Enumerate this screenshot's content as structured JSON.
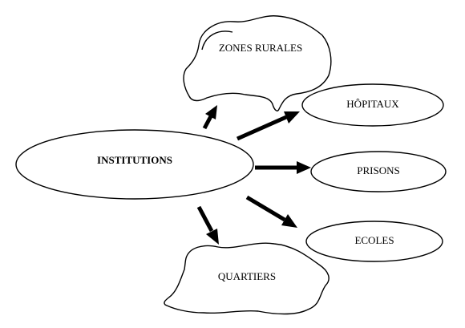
{
  "diagram": {
    "center": {
      "label": "INSTITUTIONS"
    },
    "nodes": {
      "zones_rurales": {
        "label": "ZONES RURALES",
        "shape": "cloud"
      },
      "hopitaux": {
        "label": "HÔPITAUX",
        "shape": "ellipse"
      },
      "prisons": {
        "label": "PRISONS",
        "shape": "ellipse"
      },
      "ecoles": {
        "label": "ECOLES",
        "shape": "ellipse"
      },
      "quartiers": {
        "label": "QUARTIERS",
        "shape": "cloud"
      }
    },
    "edges": [
      {
        "from": "INSTITUTIONS",
        "to": "ZONES RURALES"
      },
      {
        "from": "INSTITUTIONS",
        "to": "HÔPITAUX"
      },
      {
        "from": "INSTITUTIONS",
        "to": "PRISONS"
      },
      {
        "from": "INSTITUTIONS",
        "to": "ECOLES"
      },
      {
        "from": "INSTITUTIONS",
        "to": "QUARTIERS"
      }
    ],
    "colors": {
      "stroke": "#000000",
      "background": "#ffffff"
    }
  }
}
